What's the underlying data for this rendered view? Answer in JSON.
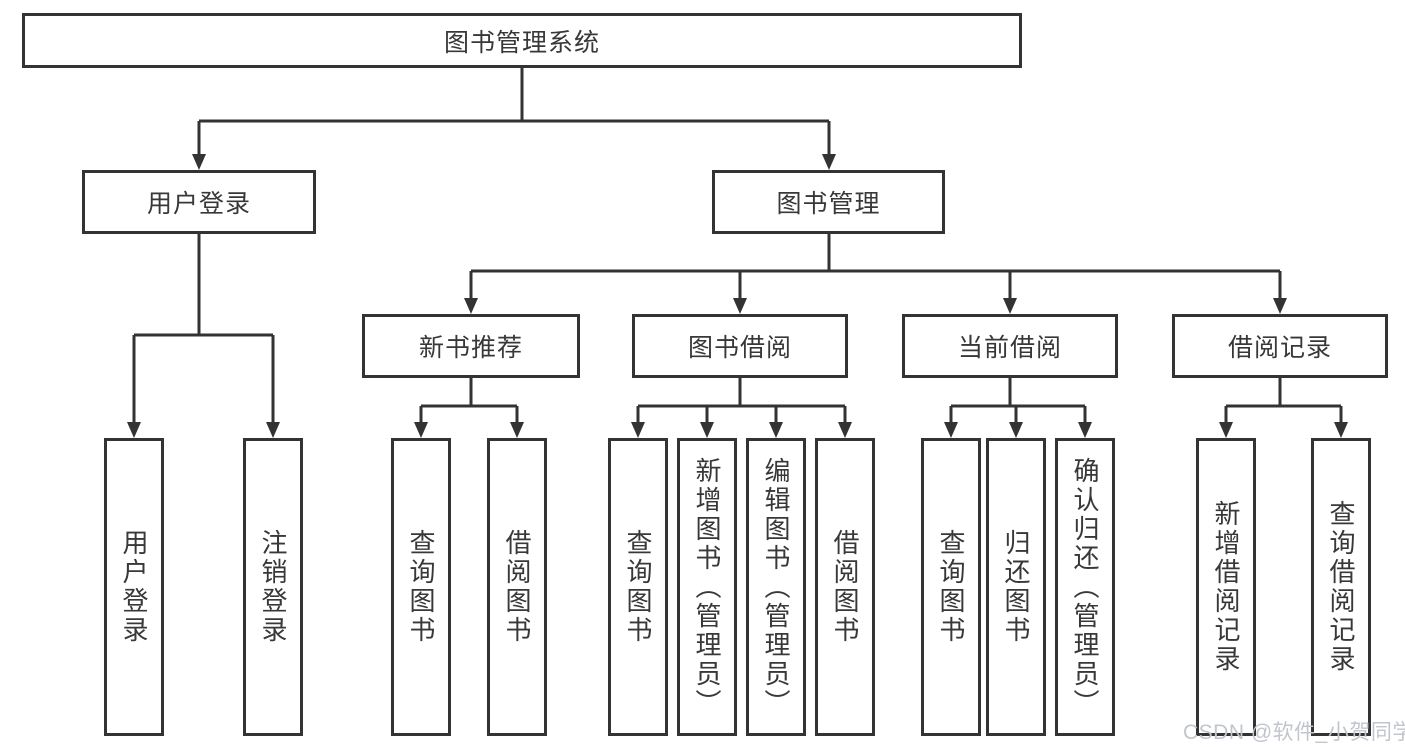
{
  "diagram": {
    "root": "图书管理系统",
    "branches": [
      {
        "label": "用户登录",
        "children": [
          "用户登录",
          "注销登录"
        ]
      },
      {
        "label": "图书管理",
        "children": [
          {
            "label": "新书推荐",
            "children": [
              "查询图书",
              "借阅图书"
            ]
          },
          {
            "label": "图书借阅",
            "children": [
              "查询图书",
              "新增图书（管理员）",
              "编辑图书（管理员）",
              "借阅图书"
            ]
          },
          {
            "label": "当前借阅",
            "children": [
              "查询图书",
              "归还图书",
              "确认归还（管理员）"
            ]
          },
          {
            "label": "借阅记录",
            "children": [
              "新增借阅记录",
              "查询借阅记录"
            ]
          }
        ]
      }
    ]
  },
  "watermark": "CSDN @软件_小贺同学",
  "colors": {
    "line": "#333333",
    "box_border": "#333333",
    "box_fill": "#ffffff",
    "text": "#383838",
    "watermark": "#c1c5cd"
  }
}
